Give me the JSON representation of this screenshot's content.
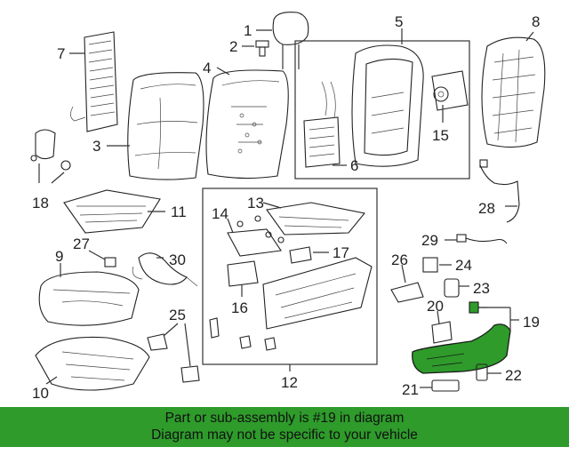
{
  "diagram": {
    "callouts": [
      "1",
      "2",
      "3",
      "4",
      "5",
      "6",
      "7",
      "8",
      "9",
      "10",
      "11",
      "12",
      "13",
      "14",
      "15",
      "16",
      "17",
      "18",
      "19",
      "20",
      "21",
      "22",
      "23",
      "24",
      "25",
      "26",
      "27",
      "28",
      "29",
      "30"
    ],
    "highlight_color": "#2e9b2b"
  },
  "banner": {
    "line1": "Part or sub-assembly is #19 in diagram",
    "line2": "Diagram may not be specific to your vehicle",
    "color": "#2e9b2b"
  }
}
